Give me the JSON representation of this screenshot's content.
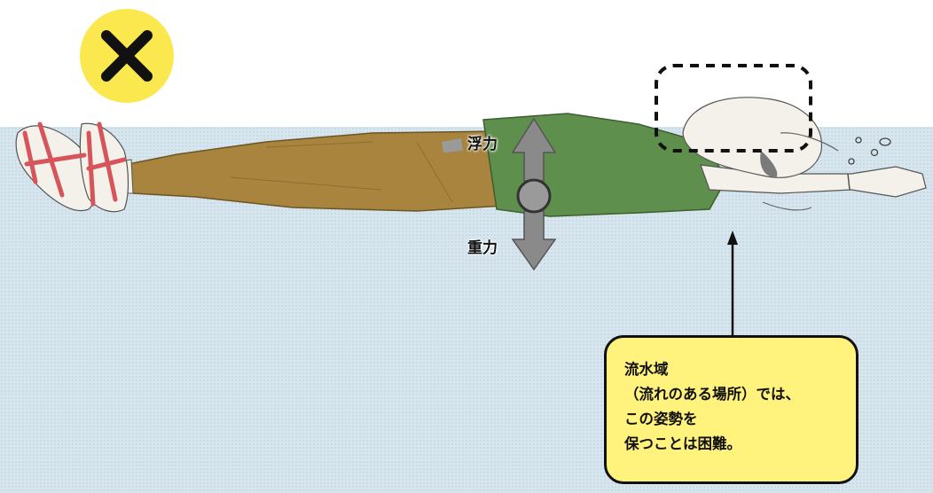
{
  "mark": {
    "icon": "cross-icon",
    "color": "#fbe84f"
  },
  "forces": {
    "buoyancy_label": "浮力",
    "gravity_label": "重力"
  },
  "callout": {
    "lines": [
      "流水域",
      "（流れのある場所）では、",
      "この姿勢を",
      "保つことは困難。"
    ],
    "background": "#fff27d"
  },
  "colors": {
    "water": "#d7e6ee",
    "shirt": "#5f8f4c",
    "pants": "#a8843e",
    "sandal": "#d5555a",
    "arrow": "#808080"
  }
}
